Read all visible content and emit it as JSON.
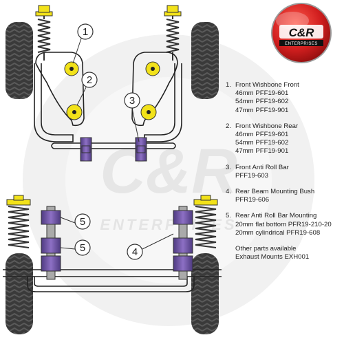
{
  "brand": {
    "logo_text": "C&R",
    "logo_subtext": "ENTERPRISES",
    "watermark_text": "C&R",
    "watermark_subtext": "ENTERPRISES",
    "colors": {
      "logo_red": "#d21f1f",
      "bush_purple": "#6b4fa0",
      "bush_yellow": "#f2e21a",
      "tyre_dark": "#3a3a3a"
    }
  },
  "callouts": [
    "1",
    "2",
    "3",
    "5",
    "5",
    "4"
  ],
  "parts": [
    {
      "number": "1.",
      "title": "Front Wishbone Front",
      "lines": [
        "46mm PFF19-601",
        "54mm PFF19-602",
        "47mm PFF19-901"
      ]
    },
    {
      "number": "2.",
      "title": "Front Wishbone Rear",
      "lines": [
        "46mm PFF19-601",
        "54mm PFF19-602",
        "47mm PFF19-901"
      ]
    },
    {
      "number": "3.",
      "title": "Front Anti Roll Bar",
      "lines": [
        "PFF19-603"
      ]
    },
    {
      "number": "4.",
      "title": "Rear Beam Mounting Bush",
      "lines": [
        "PFR19-606"
      ]
    },
    {
      "number": "5.",
      "title": "Rear Anti Roll Bar Mounting",
      "lines": [
        "20mm flat bottom PFR19-210-20",
        "20mm cylindrical PFR19-608"
      ]
    }
  ],
  "other_parts": [
    "Other parts available",
    "Exhaust Mounts EXH001"
  ]
}
